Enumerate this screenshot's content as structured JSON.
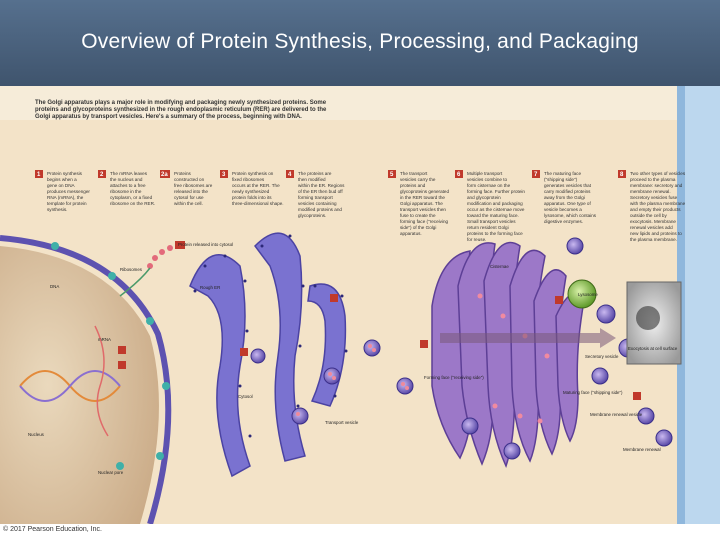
{
  "slide": {
    "title": "Overview of Protein Synthesis, Processing, and Packaging",
    "copyright": "© 2017 Pearson Education, Inc."
  },
  "figure": {
    "intro": [
      "The Golgi apparatus plays a major role in modifying and packaging newly synthesized proteins. Some",
      "proteins and glycoproteins synthesized in the rough endoplasmic reticulum (RER) are delivered to the",
      "Golgi apparatus by transport vesicles. Here's a summary of the process, beginning with DNA."
    ],
    "steps": [
      {
        "num": "1",
        "lines": [
          "Protein synthesis",
          "begins when a",
          "gene on DNA",
          "produces messenger",
          "RNA (mRNA), the",
          "template for protein",
          "synthesis."
        ]
      },
      {
        "num": "2",
        "lines": [
          "The mRNA leaves",
          "the nucleus and",
          "attaches to a free",
          "ribosome in the",
          "cytoplasm, or a fixed",
          "ribosome on the RER."
        ]
      },
      {
        "num": "2a",
        "lines": [
          "Proteins",
          "constructed on",
          "free ribosomes are",
          "released into the",
          "cytosol for use",
          "within the cell."
        ]
      },
      {
        "num": "3",
        "lines": [
          "Protein synthesis on",
          "fixed ribosomes",
          "occurs at the RER. The",
          "newly synthesized",
          "protein folds into its",
          "three-dimensional shape."
        ]
      },
      {
        "num": "4",
        "lines": [
          "The proteins are",
          "then modified",
          "within the ER. Regions",
          "of the ER then bud off",
          "forming transport",
          "vesicles containing",
          "modified proteins and",
          "glycoproteins."
        ]
      },
      {
        "num": "5",
        "lines": [
          "The transport",
          "vesicles carry the",
          "proteins and",
          "glycoproteins generated",
          "in the RER toward the",
          "Golgi apparatus. The",
          "transport vesicles then",
          "fuse to create the",
          "forming face (\"receiving",
          "side\") of the Golgi",
          "apparatus."
        ]
      },
      {
        "num": "6",
        "lines": [
          "Multiple transport",
          "vesicles combine to",
          "form cisternae on the",
          "forming face. Further protein",
          "and glycoprotein",
          "modification and packaging",
          "occur as the cisternae move",
          "toward the maturing face.",
          "Small transport vesicles",
          "return resident Golgi",
          "proteins to the forming face",
          "for reuse."
        ]
      },
      {
        "num": "7",
        "lines": [
          "The maturing face",
          "(\"shipping side\")",
          "generates vesicles that",
          "carry modified proteins",
          "away from the Golgi",
          "apparatus. One type of",
          "vesicle becomes a",
          "lysosome, which contains",
          "digestive enzymes."
        ]
      },
      {
        "num": "8",
        "lines": [
          "Two other types of vesicles",
          "proceed to the plasma",
          "membrane: secretory and",
          "membrane renewal.",
          "Secretory vesicles fuse",
          "with the plasma membrane",
          "and empty their products",
          "outside the cell by",
          "exocytosis. Membrane",
          "renewal vesicles add",
          "new lipids and proteins to",
          "the plasma membrane."
        ]
      }
    ],
    "labels": {
      "protein_released": "Protein released into cytosol",
      "ribosomes": "Ribosomes",
      "dna": "DNA",
      "rough_er": "Rough ER",
      "mrna": "mRNA",
      "nucleus": "Nucleus",
      "nuclear_pore": "Nuclear pore",
      "cytosol": "Cytosol",
      "transport_vesicle": "Transport vesicle",
      "forming_face": "Forming face (\"receiving side\")",
      "cisternae": "Cisternae",
      "lysosome": "Lysosome",
      "secretory_vesicle": "Secretory vesicle",
      "maturing_face": "Maturing face (\"shipping side\")",
      "membrane_renewal_vesicle": "Membrane renewal vesicle",
      "membrane_renewal": "Membrane renewal",
      "exocytosis": "Exocytosis at cell surface"
    }
  }
}
